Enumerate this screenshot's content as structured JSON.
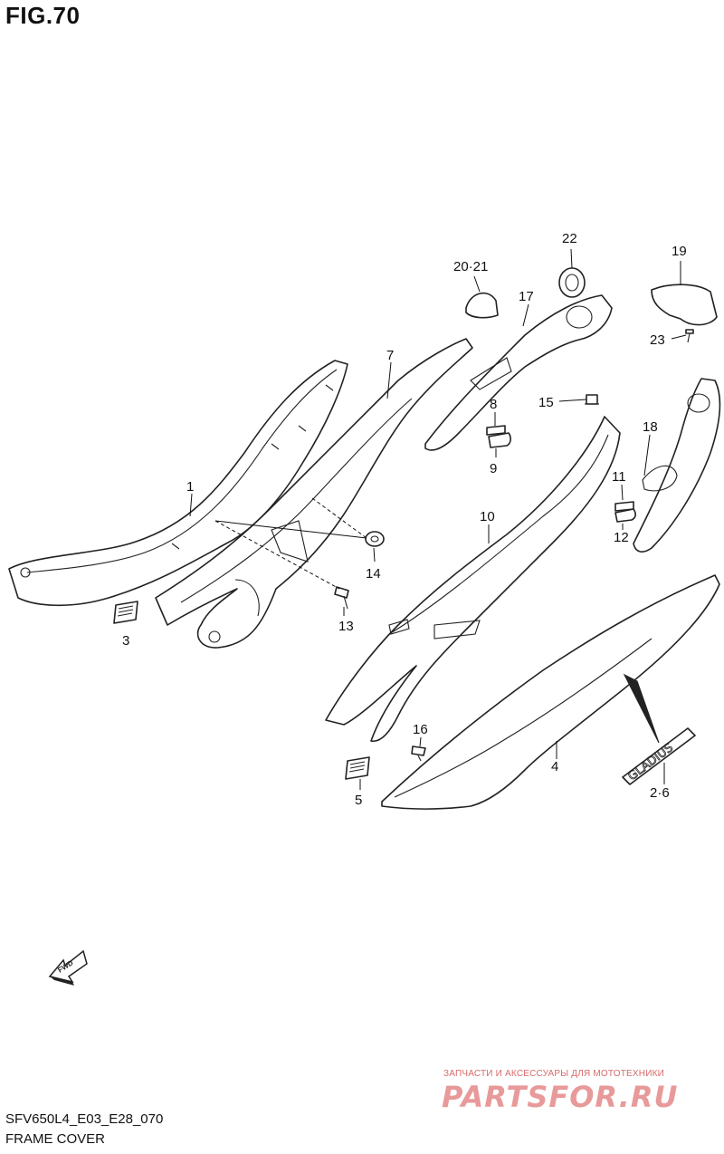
{
  "title": "FIG.70",
  "model_code": "SFV650L4_E03_E28_070",
  "diagram_name": "FRAME COVER",
  "watermark": {
    "subtitle": "ЗАПЧАСТИ И АКСЕССУАРЫ ДЛЯ МОТОТЕХНИКИ",
    "brand": "PARTSFOR.RU"
  },
  "fwd_label": "FWD",
  "emblem_text": "GLADIUS",
  "callouts": [
    {
      "label": "1"
    },
    {
      "label": "3"
    },
    {
      "label": "7"
    },
    {
      "label": "13"
    },
    {
      "label": "14"
    },
    {
      "label": "20·21"
    },
    {
      "label": "22"
    },
    {
      "label": "17"
    },
    {
      "label": "19"
    },
    {
      "label": "23"
    },
    {
      "label": "8"
    },
    {
      "label": "9"
    },
    {
      "label": "15"
    },
    {
      "label": "18"
    },
    {
      "label": "11"
    },
    {
      "label": "12"
    },
    {
      "label": "10"
    },
    {
      "label": "16"
    },
    {
      "label": "5"
    },
    {
      "label": "4"
    },
    {
      "label": "2·6"
    }
  ]
}
